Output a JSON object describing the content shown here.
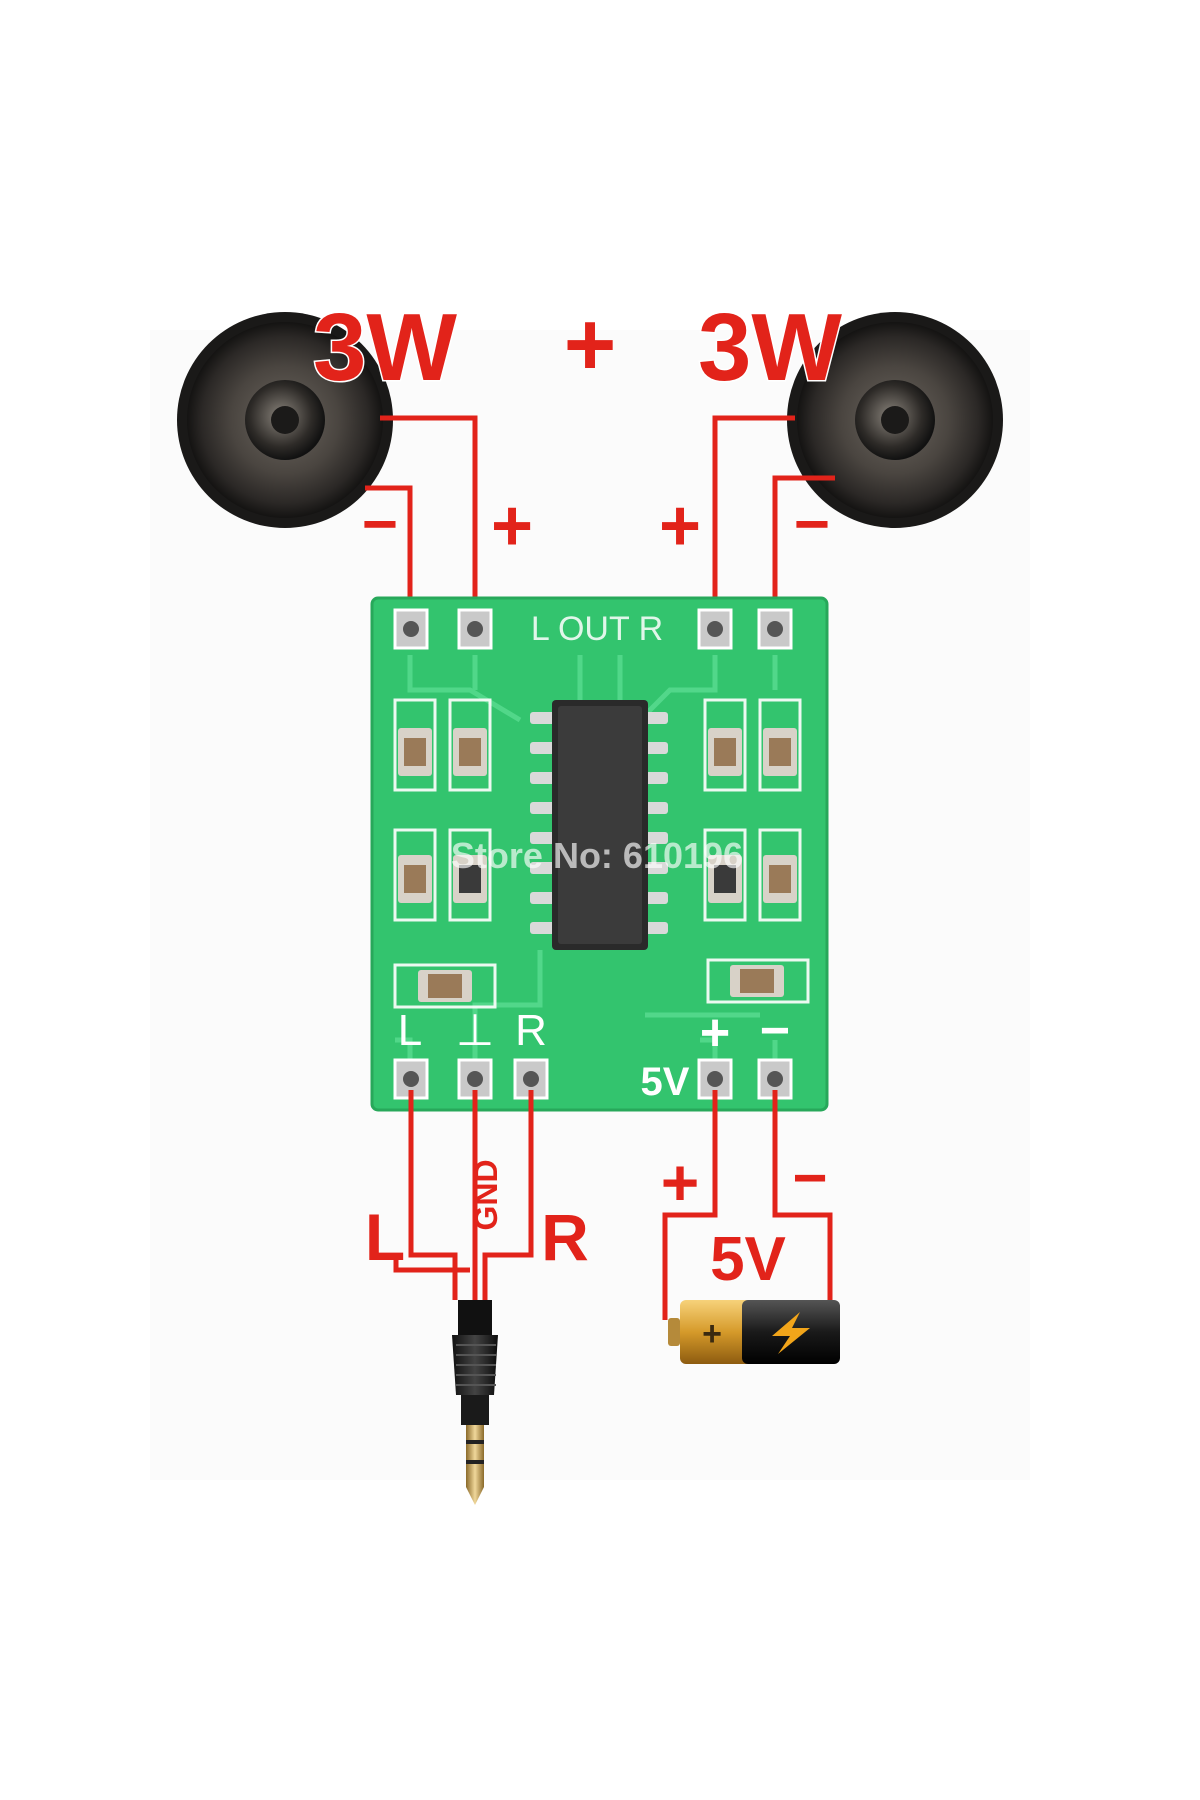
{
  "header": {
    "left_power": "3W",
    "plus": "+",
    "right_power": "3W"
  },
  "speakers": {
    "left": {
      "minus": "−",
      "plus": "+"
    },
    "right": {
      "plus": "+",
      "minus": "−"
    }
  },
  "board": {
    "out_label": "L OUT R",
    "input_labels": [
      "L",
      "⊥",
      "R"
    ],
    "power_labels": {
      "voltage": "5V",
      "plus": "+",
      "minus": "−"
    },
    "watermark": "Store No: 610196"
  },
  "input": {
    "left": "L",
    "gnd": "GND",
    "right": "R"
  },
  "battery": {
    "plus": "+",
    "minus": "−",
    "voltage": "5V"
  },
  "colors": {
    "wire": "#e2231a",
    "pcb": "#2fc06a",
    "pcb_dark": "#1f9a50",
    "background": "#ffffff"
  }
}
